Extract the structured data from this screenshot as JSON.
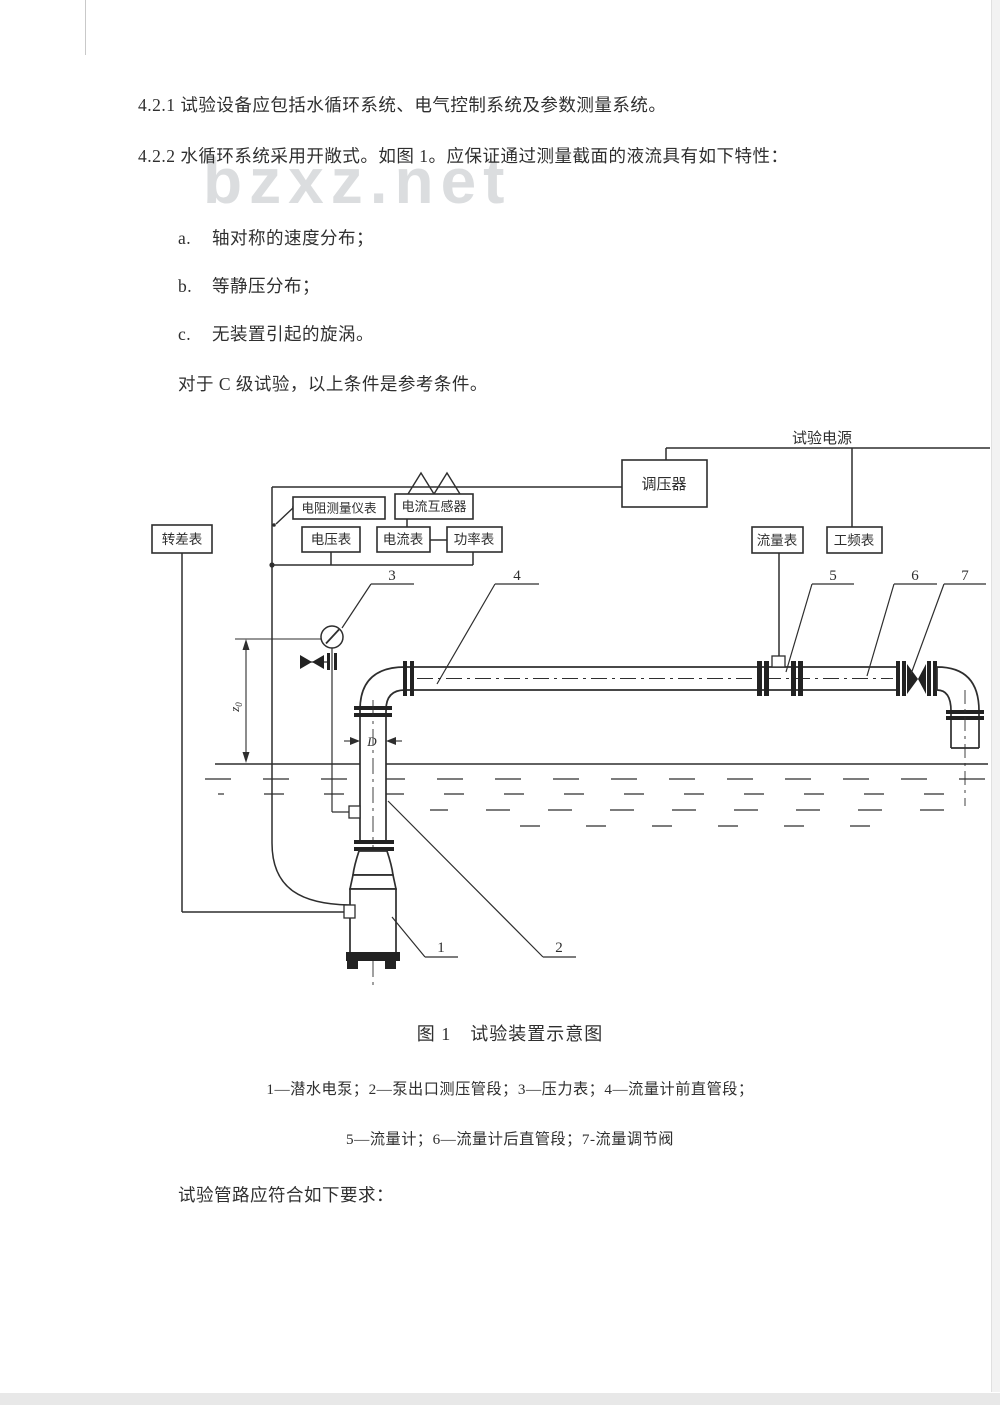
{
  "watermark": "bzxz.net",
  "doc": {
    "p421": "4.2.1  试验设备应包括水循环系统、电气控制系统及参数测量系统。",
    "p422": "4.2.2  水循环系统采用开敞式。如图 1。应保证通过测量截面的液流具有如下特性：",
    "items": [
      {
        "label": "a.",
        "text": "轴对称的速度分布；"
      },
      {
        "label": "b.",
        "text": "等静压分布；"
      },
      {
        "label": "c.",
        "text": "无装置引起的旋涡。"
      }
    ],
    "note": "对于 C 级试验，以上条件是参考条件。",
    "closing": "试验管路应符合如下要求："
  },
  "figure": {
    "caption": "图 1　试验装置示意图",
    "legend_line1": "1—潜水电泵；2—泵出口测压管段；3—压力表；4—流量计前直管段；",
    "legend_line2": "5—流量计；6—流量计后直管段；7-流量调节阀",
    "power_label": "试验电源",
    "boxes": {
      "regulator": "调压器",
      "frequency_meter": "工频表",
      "flow_indicator": "流量表",
      "slip_meter": "转差表",
      "resistance_instrument": "电阻测量仪表",
      "current_transformer": "电流互感器",
      "voltmeter": "电压表",
      "ammeter": "电流表",
      "wattmeter": "功率表"
    },
    "callouts": [
      "1",
      "2",
      "3",
      "4",
      "5",
      "6",
      "7"
    ],
    "dims": {
      "z": "z",
      "z_sub": "0",
      "d": "D"
    }
  }
}
